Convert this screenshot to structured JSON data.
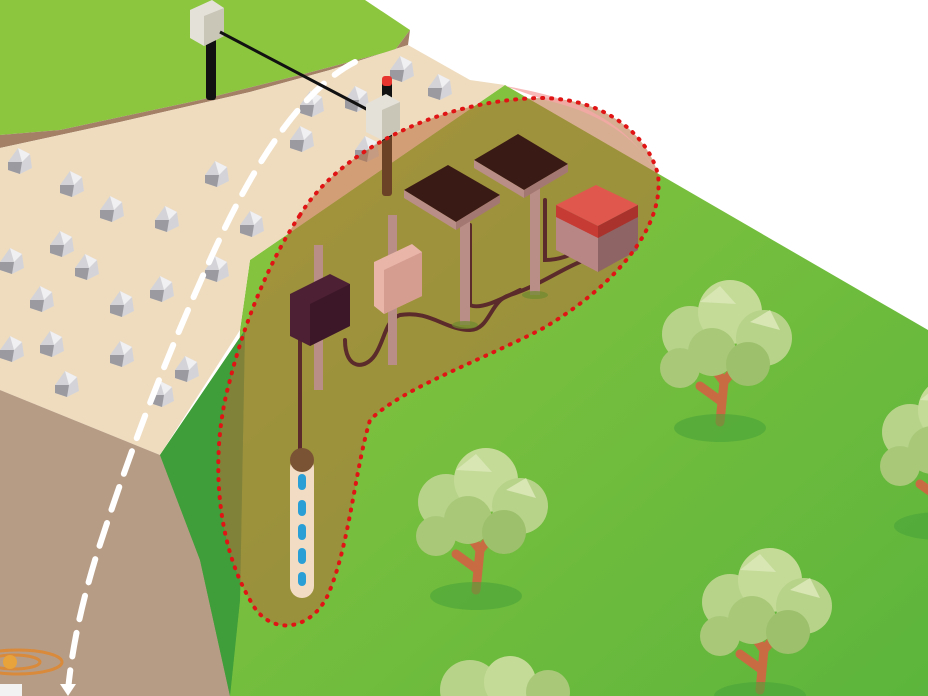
{
  "scene": {
    "colors": {
      "grass_light": "#8cc63f",
      "grass_mid": "#6dbb3b",
      "grass_dark": "#4fae3a",
      "cliff_sand": "#efdcbf",
      "cliff_face": "#b79c85",
      "cliff_face_dark": "#a8896f",
      "rock": "#c8c8cc",
      "rock_dark": "#9a9aa0",
      "tree_leaf": "#b7d38a",
      "tree_leaf_dark": "#8fb85e",
      "tree_trunk": "#c86b43",
      "panel": "#3a1a14",
      "pole": "#b98e86",
      "box_dark": "#4e2034",
      "box_light": "#e8b5a8",
      "battery_top": "#d9463f",
      "battery_side": "#9a6a66",
      "cable": "#5b2a2a",
      "well_casing": "#f3dcc4",
      "well_dash": "#2a9fd6",
      "zone_outline": "#e01414",
      "zone_fill": "#f08080"
    },
    "elements": {
      "sensor_units": 2,
      "solar_panels": 2,
      "enclosures": 2,
      "trees": 5,
      "boreholes": 1
    }
  }
}
